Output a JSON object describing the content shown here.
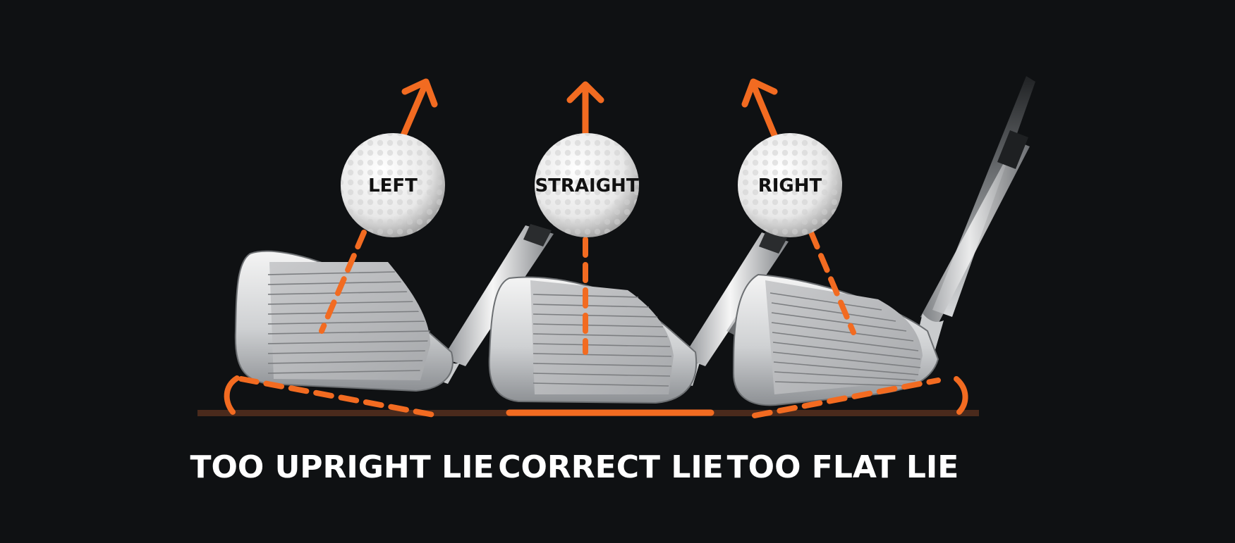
{
  "colors": {
    "background": "#0f1113",
    "accent": "#f26b21",
    "ground": "#4a2a1c"
  },
  "balls": [
    {
      "label": "LEFT"
    },
    {
      "label": "STRAIGHT"
    },
    {
      "label": "RIGHT"
    }
  ],
  "lies": [
    {
      "label": "TOO UPRIGHT LIE"
    },
    {
      "label": "CORRECT LIE"
    },
    {
      "label": "TOO FLAT LIE"
    }
  ]
}
